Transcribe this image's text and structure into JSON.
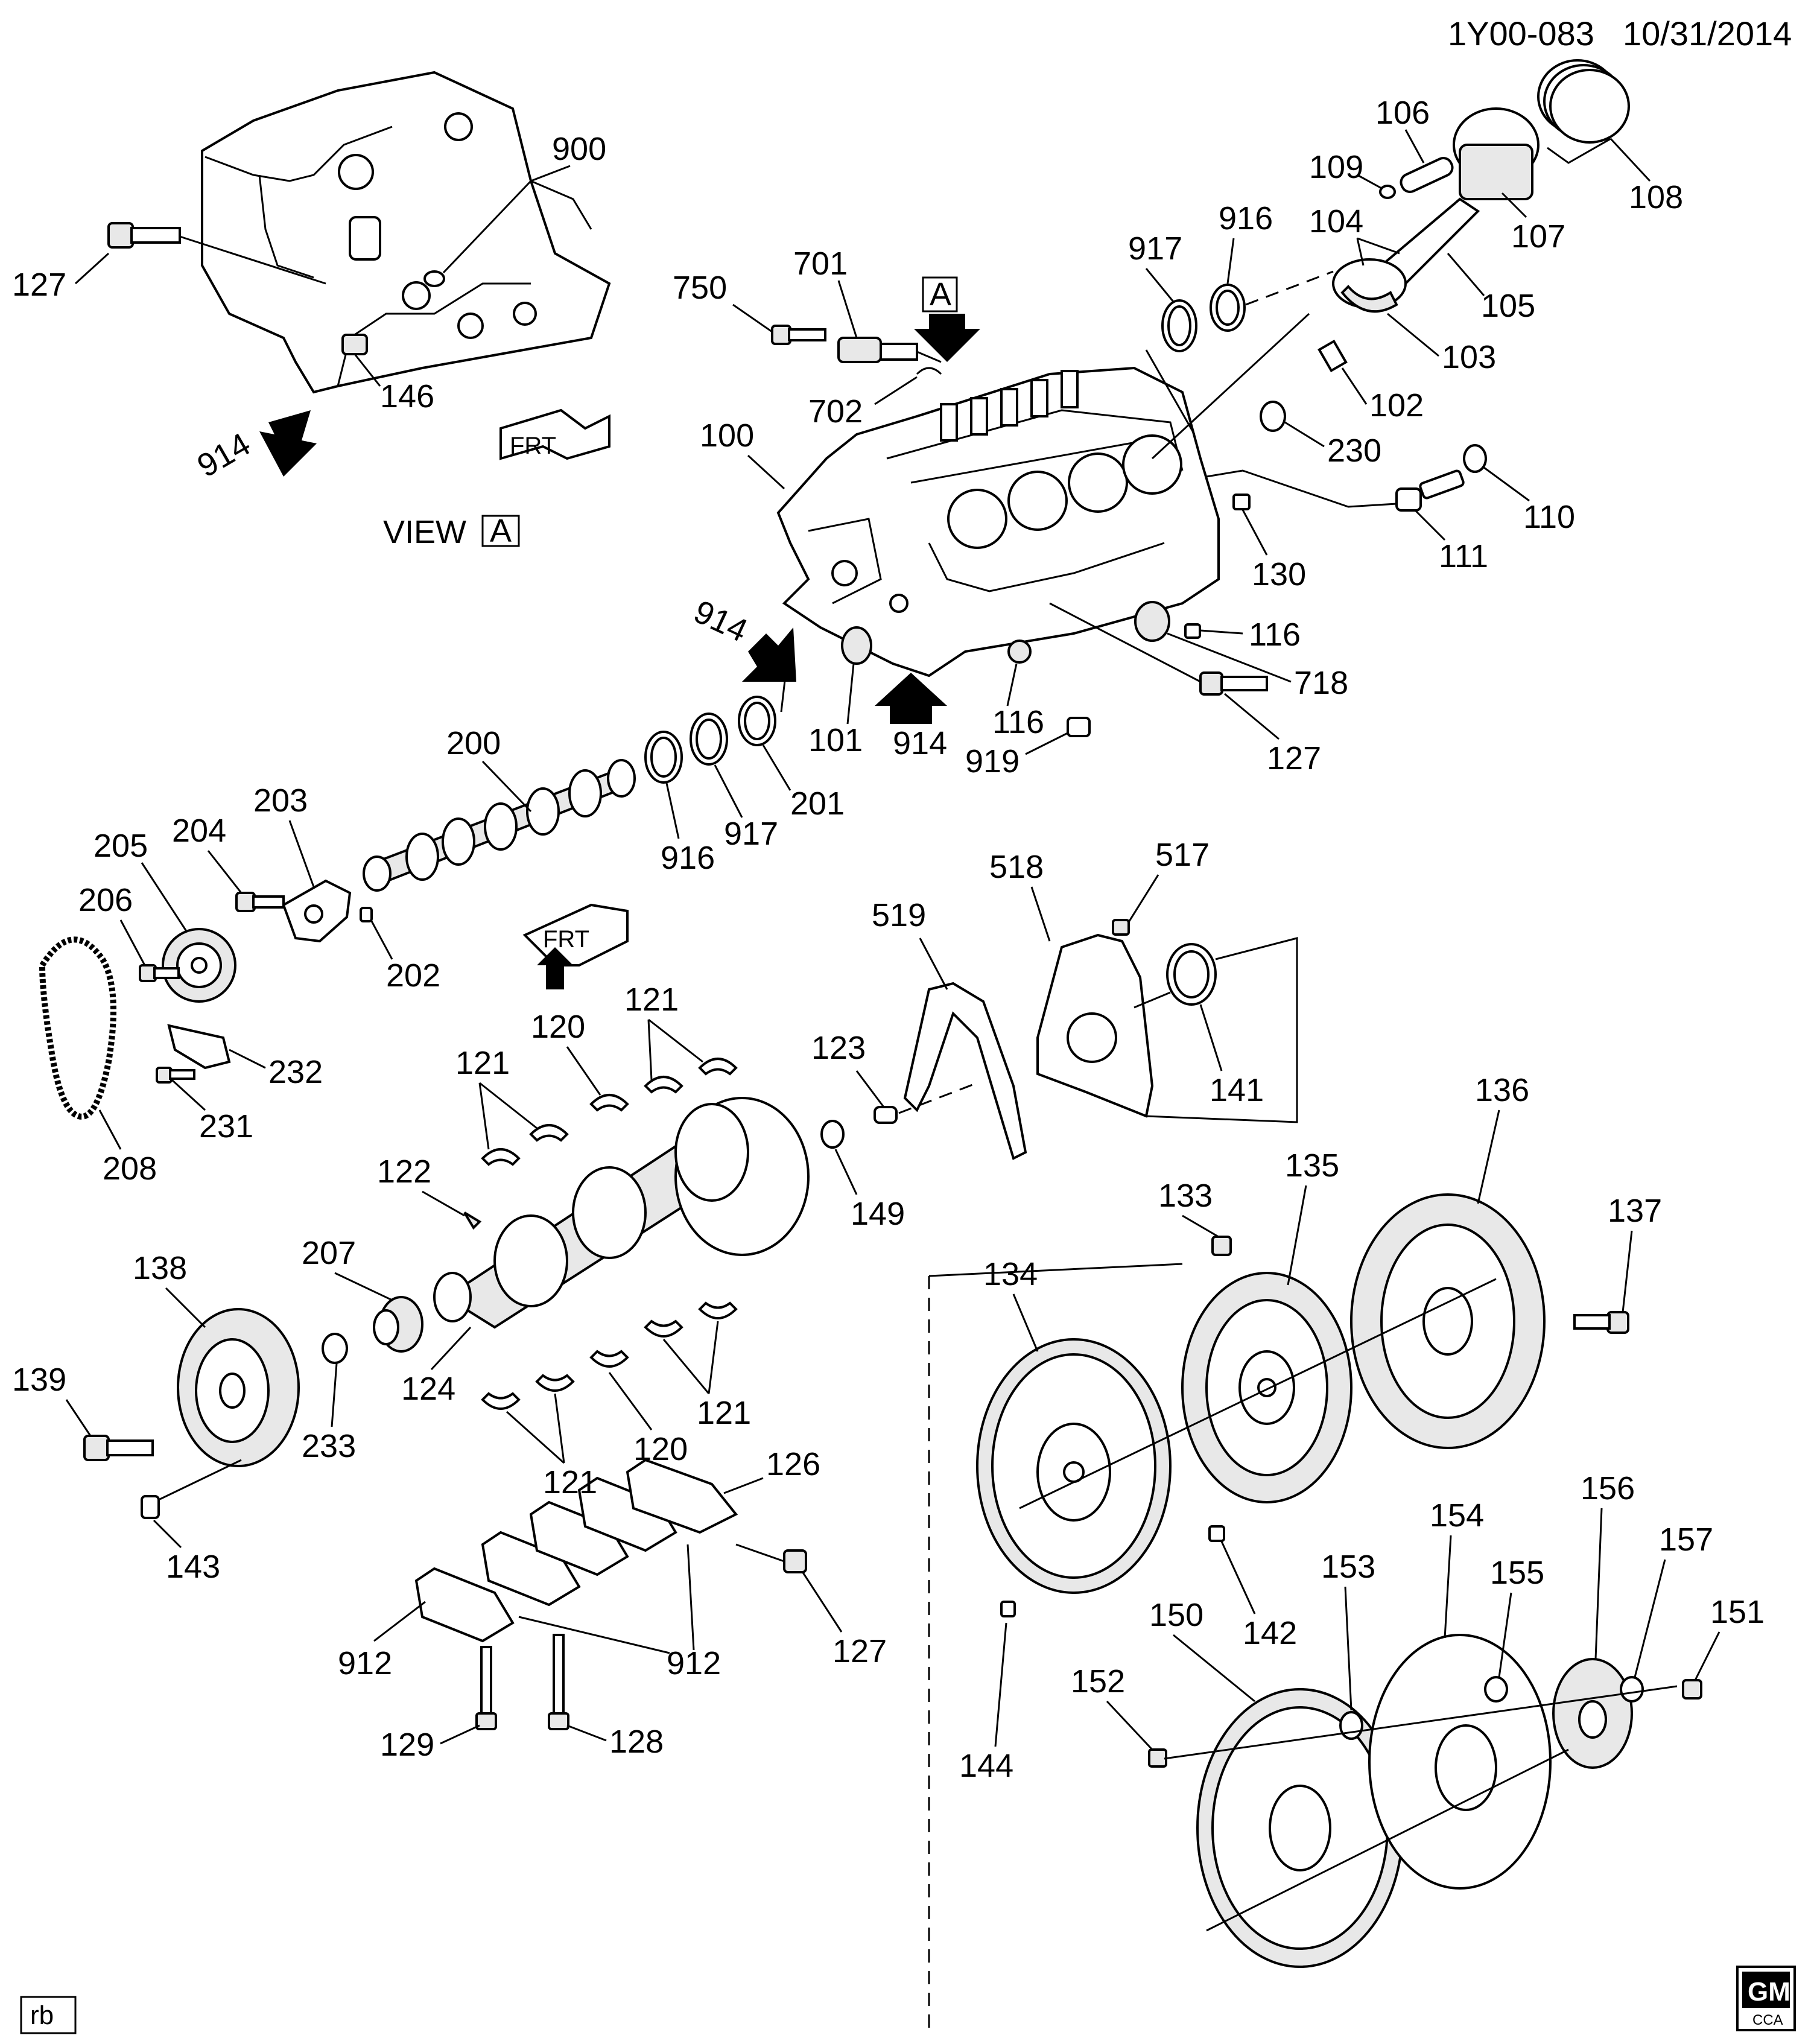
{
  "header": {
    "diagram_id": "1Y00-083",
    "date": "10/31/2014"
  },
  "view_label": {
    "text": "VIEW",
    "boxed_letter": "A"
  },
  "view_marker": "A",
  "direction_tag": "FRT",
  "corner_tag": "rb",
  "logo": {
    "text": "GM",
    "subtext": "CCA"
  },
  "callouts": {
    "c900": "900",
    "c127a": "127",
    "c146": "146",
    "c914a": "914",
    "c750": "750",
    "c701": "701",
    "c702": "702",
    "c100": "100",
    "c106": "106",
    "c109": "109",
    "c108": "108",
    "c107": "107",
    "c916a": "916",
    "c917a": "917",
    "c104": "104",
    "c105": "105",
    "c103": "103",
    "c102": "102",
    "c230": "230",
    "c110": "110",
    "c111": "111",
    "c130": "130",
    "c116a": "116",
    "c718": "718",
    "c914b": "914",
    "c101": "101",
    "c914c": "914",
    "c116b": "116",
    "c919": "919",
    "c127b": "127",
    "c200": "200",
    "c201": "201",
    "c916b": "916",
    "c917b": "917",
    "c203": "203",
    "c204": "204",
    "c205": "205",
    "c206": "206",
    "c202": "202",
    "c232": "232",
    "c231": "231",
    "c208": "208",
    "c518": "518",
    "c517": "517",
    "c519": "519",
    "c123": "123",
    "c141": "141",
    "c121a": "121",
    "c120a": "120",
    "c121b": "121",
    "c149": "149",
    "c122": "122",
    "c136": "136",
    "c135": "135",
    "c133": "133",
    "c137": "137",
    "c134": "134",
    "c138": "138",
    "c207": "207",
    "c139": "139",
    "c124": "124",
    "c233": "233",
    "c121c": "121",
    "c120b": "120",
    "c121d": "121",
    "c126": "126",
    "c143": "143",
    "c912a": "912",
    "c912b": "912",
    "c127c": "127",
    "c129": "129",
    "c128": "128",
    "c142": "142",
    "c153": "153",
    "c154": "154",
    "c155": "155",
    "c156": "156",
    "c157": "157",
    "c151": "151",
    "c150": "150",
    "c152": "152",
    "c144": "144"
  }
}
